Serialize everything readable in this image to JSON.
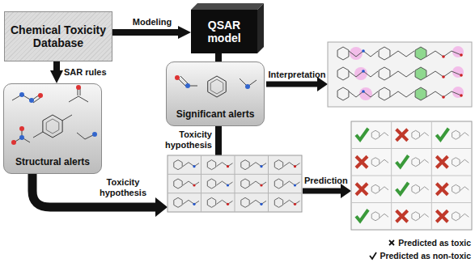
{
  "diagram": {
    "nodes": [
      {
        "text": [
          "Chemical Toxicity Database"
        ]
      },
      {
        "text": [
          "QSAR model"
        ]
      },
      {
        "text": [
          "Significant alerts"
        ]
      },
      {
        "text": [
          "Structural alerts"
        ]
      }
    ],
    "edges": [
      {
        "from": 0,
        "to": 1,
        "arrow": "to",
        "label": "Modeling"
      },
      {
        "from": 0,
        "to": 3,
        "arrow": "to",
        "label": "SAR rules"
      },
      {
        "from": 1,
        "to": 2,
        "arrow": "none"
      }
    ],
    "labels": [
      "Interpretation",
      "Toxicity hypothesis",
      "Toxicity hypothesis",
      "Prediction"
    ],
    "legend": [
      {
        "text": "Predicted as toxic"
      },
      {
        "text": "Predicted as non-toxic"
      }
    ]
  }
}
